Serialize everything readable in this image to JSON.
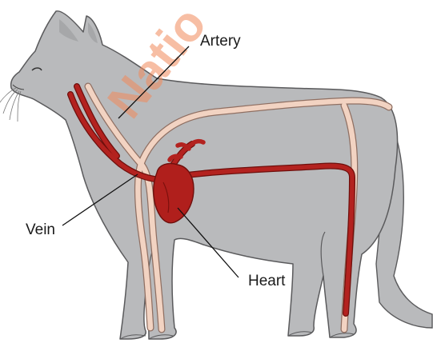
{
  "labels": {
    "artery": "Artery",
    "vein": "Vein",
    "heart": "Heart"
  },
  "watermark": {
    "text": "Natio"
  },
  "colors": {
    "cat_body": "#b9babc",
    "cat_outline": "#5a5a5c",
    "artery": "#b3221f",
    "artery_outline": "#6e0f0c",
    "vein": "#f2d3c2",
    "vein_outline": "#8f6f62",
    "heart": "#b01f1c",
    "watermark": "#f28a5b"
  }
}
